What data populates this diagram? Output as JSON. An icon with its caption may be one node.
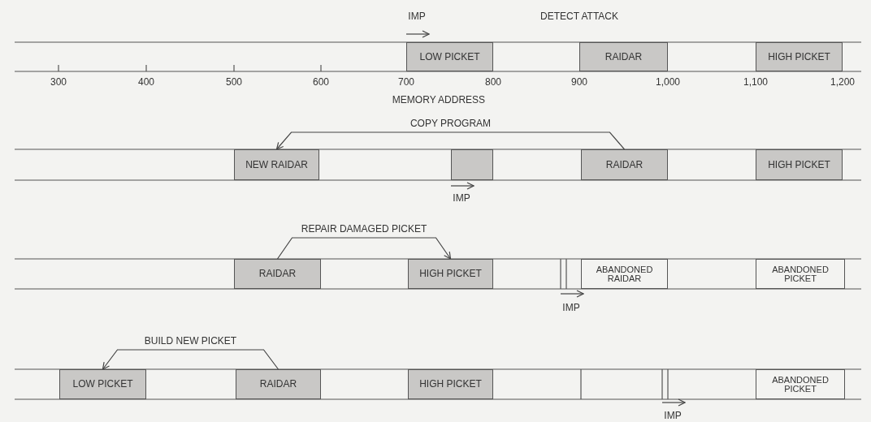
{
  "diagram": {
    "nodes": [
      {
        "text": [
          "LOW PICKET"
        ]
      },
      {
        "text": [
          "RAIDAR"
        ]
      },
      {
        "text": [
          "HIGH PICKET"
        ]
      },
      {
        "text": [
          "NEW RAIDAR"
        ]
      },
      {
        "text": [],
        "shape": "box"
      },
      {
        "text": [
          "RAIDAR"
        ]
      },
      {
        "text": [
          "HIGH PICKET"
        ]
      },
      {
        "text": [
          "RAIDAR"
        ]
      },
      {
        "text": [
          "HIGH PICKET"
        ]
      },
      {
        "text": [
          "ABANDONED RAIDAR"
        ]
      },
      {
        "text": [
          "ABANDONED PICKET"
        ]
      },
      {
        "text": [
          "LOW PICKET"
        ]
      },
      {
        "text": [
          "RAIDAR"
        ]
      },
      {
        "text": [
          "HIGH PICKET"
        ]
      },
      {
        "text": [
          "ABANDONED PICKET"
        ]
      }
    ],
    "edges": [
      {
        "from": 5,
        "to": 3,
        "arrow": "to",
        "label": "COPY PROGRAM"
      },
      {
        "from": 7,
        "to": 8,
        "arrow": "to",
        "label": "REPAIR DAMAGED PICKET"
      },
      {
        "from": 12,
        "to": 11,
        "arrow": "to",
        "label": "BUILD NEW PICKET"
      }
    ],
    "labels": [
      "IMP",
      "DETECT ATTACK",
      "300",
      "400",
      "500",
      "600",
      "700",
      "800",
      "900",
      "1,000",
      "1,100",
      "1,200",
      "MEMORY ADDRESS",
      "IMP",
      "IMP",
      "IMP"
    ]
  }
}
